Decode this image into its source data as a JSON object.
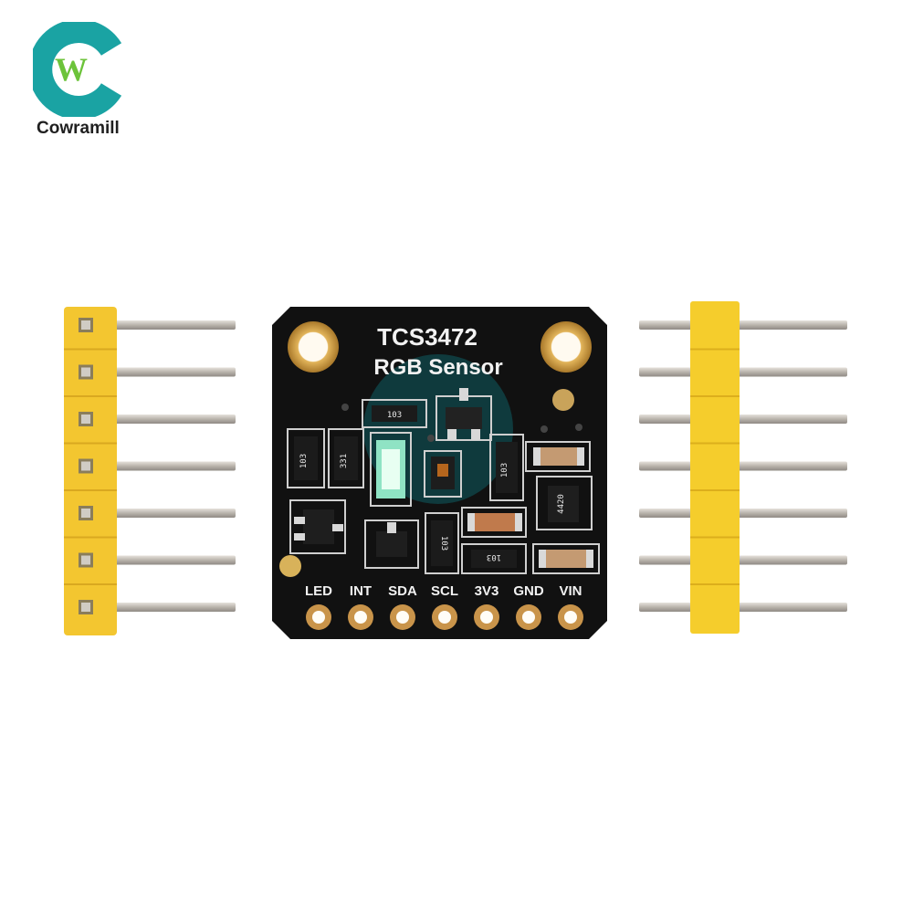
{
  "brand": {
    "name": "Cowramill",
    "mark_letter": "W",
    "accent_color": "#1aa3a3",
    "mark_green": "#6cc33a"
  },
  "board": {
    "title": "TCS3472",
    "subtitle": "RGB Sensor",
    "pcb_color": "#111111",
    "pin_labels": [
      "LED",
      "INT",
      "SDA",
      "SCL",
      "3V3",
      "GND",
      "VIN"
    ],
    "component_markings": {
      "r_top": "103",
      "r_left": "103",
      "r_331": "331",
      "r_right": "103",
      "r_bottom_a": "103",
      "r_bottom_b": "103",
      "reg": "4420"
    }
  },
  "headers": {
    "pin_count": 7,
    "housing_color": "#f3c630",
    "pin_color": "#c9c4bd"
  }
}
